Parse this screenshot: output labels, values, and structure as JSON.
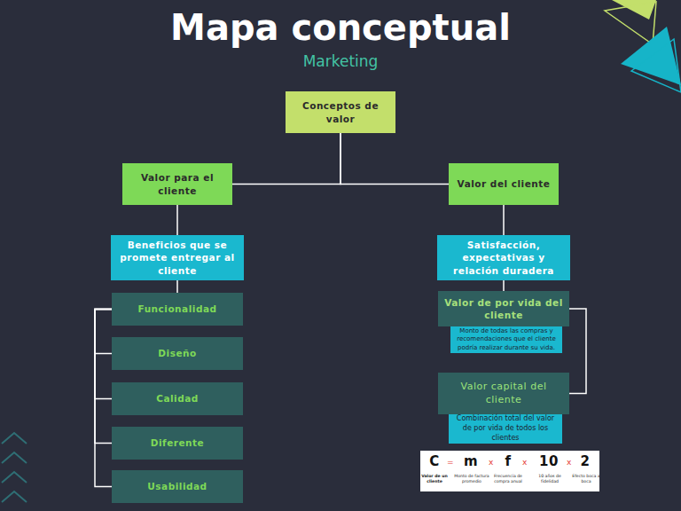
{
  "diagram": {
    "title": "Mapa conceptual",
    "nodes": [
      {
        "text": [
          "Conceptos de valor"
        ]
      },
      {
        "text": [
          "Valor para el cliente"
        ]
      },
      {
        "text": [
          "Valor del cliente"
        ]
      },
      {
        "text": [
          "Beneficios que se promete entregar al cliente"
        ]
      },
      {
        "text": [
          "Funcionalidad"
        ]
      },
      {
        "text": [
          "Diseño"
        ]
      },
      {
        "text": [
          "Calidad"
        ]
      },
      {
        "text": [
          "Diferente"
        ]
      },
      {
        "text": [
          "Usabilidad"
        ]
      },
      {
        "text": [
          "Satisfacción, expectativas y relación duradera"
        ]
      },
      {
        "text": [
          "Valor de por vida del cliente"
        ]
      },
      {
        "text": [
          "Monto de todas las compras y recomendaciones que el cliente podría realizar durante su vida."
        ]
      },
      {
        "text": [
          "Valor capital del cliente"
        ]
      },
      {
        "text": [
          "Combinación total del valor de por vida de todos los clientes"
        ]
      },
      {
        "text": [
          "C",
          "=",
          "m",
          "x",
          "f",
          "x",
          "10",
          "x",
          "2",
          "Valor de un cliente",
          "Monto de factura promedio",
          "Frecuencia de compra anual",
          "10 años de fidelidad",
          "Efecto boca a boca"
        ]
      }
    ],
    "edges": [
      {
        "from": 0,
        "to": 1,
        "arrow": "none"
      },
      {
        "from": 0,
        "to": 2,
        "arrow": "none"
      },
      {
        "from": 1,
        "to": 3,
        "arrow": "none"
      },
      {
        "from": 2,
        "to": 9,
        "arrow": "none"
      },
      {
        "from": 3,
        "to": 4,
        "arrow": "none"
      },
      {
        "from": 4,
        "to": 5,
        "arrow": "none"
      },
      {
        "from": 4,
        "to": 6,
        "arrow": "none"
      },
      {
        "from": 4,
        "to": 7,
        "arrow": "none"
      },
      {
        "from": 4,
        "to": 8,
        "arrow": "none"
      },
      {
        "from": 9,
        "to": 10,
        "arrow": "none"
      },
      {
        "from": 10,
        "to": 12,
        "arrow": "none"
      }
    ],
    "labels": [
      "Marketing"
    ]
  }
}
